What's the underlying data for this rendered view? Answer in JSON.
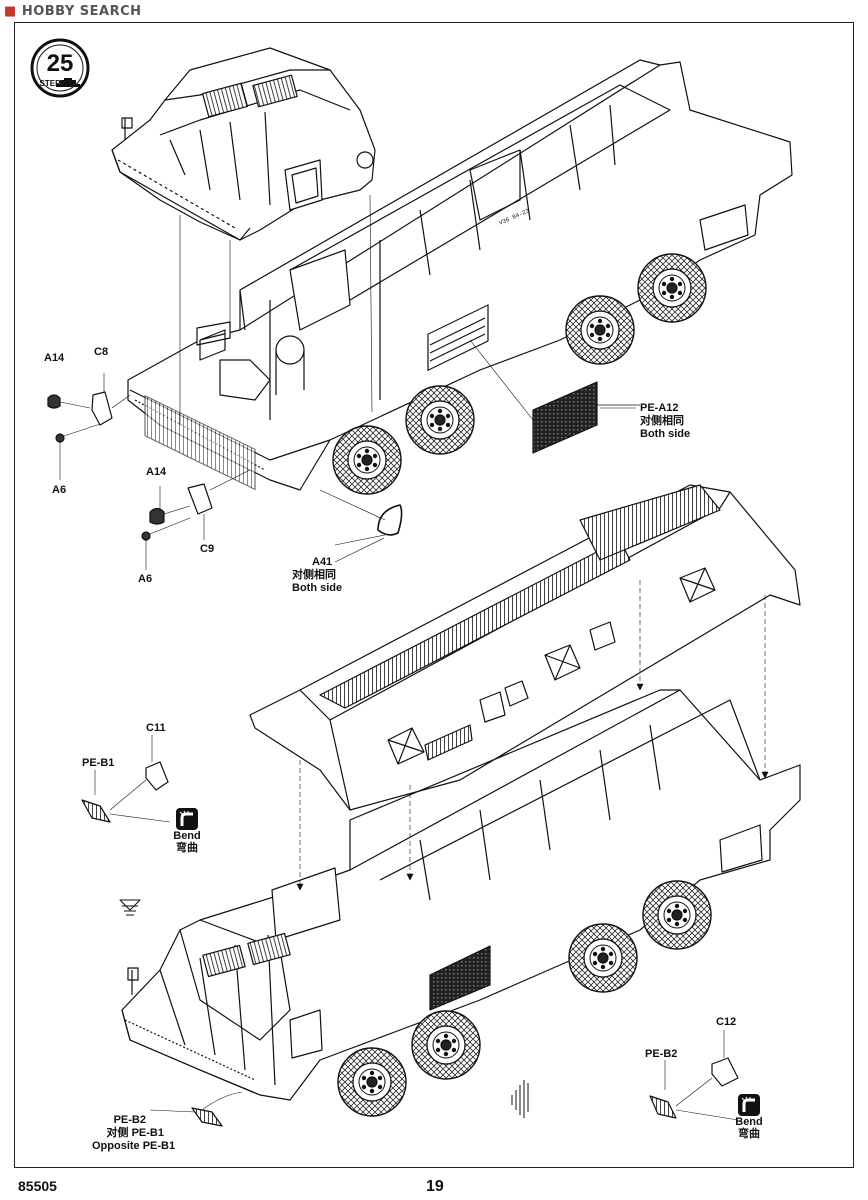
{
  "watermark": "HOBBY SEARCH",
  "step": {
    "number": "25",
    "label": "STEP"
  },
  "parts": {
    "a14_top": "A14",
    "c8": "C8",
    "a6_top": "A6",
    "a14_mid": "A14",
    "c9": "C9",
    "a6_mid": "A6",
    "pe_a12": "PE-A12",
    "pe_a12_cn": "对侧相同",
    "pe_a12_en": "Both side",
    "a41": "A41",
    "a41_cn": "对侧相同",
    "a41_en": "Both side",
    "c11": "C11",
    "pe_b1": "PE-B1",
    "c12": "C12",
    "pe_b2_right": "PE-B2",
    "pe_b2_bottom": "PE-B2",
    "pe_b2_bottom_cn": "对侧 PE-B1",
    "pe_b2_bottom_en": "Opposite  PE-B1"
  },
  "bend_left": {
    "en": "Bend",
    "cn": "弯曲"
  },
  "bend_right": {
    "en": "Bend",
    "cn": "弯曲"
  },
  "footer": {
    "code": "85505",
    "page": "19"
  },
  "hull_marking": "V36  84-23"
}
